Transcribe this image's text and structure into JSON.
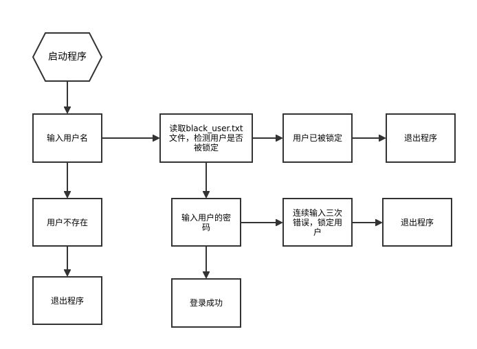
{
  "nodes": {
    "start": "启动程序",
    "input_username": "输入用户名",
    "read_blacklist": "读取black_user.txt文件，检测用户是否被锁定",
    "user_locked": "用户已被锁定",
    "exit_locked": "退出程序",
    "user_not_exist": "用户不存在",
    "exit_not_exist": "退出程序",
    "input_password": "输入用户的密码",
    "three_errors": "连续输入三次错误，锁定用户",
    "exit_errors": "退出程序",
    "login_success": "登录成功"
  },
  "colors": {
    "stroke": "#333333",
    "fill": "#ffffff",
    "text": "#000000"
  }
}
